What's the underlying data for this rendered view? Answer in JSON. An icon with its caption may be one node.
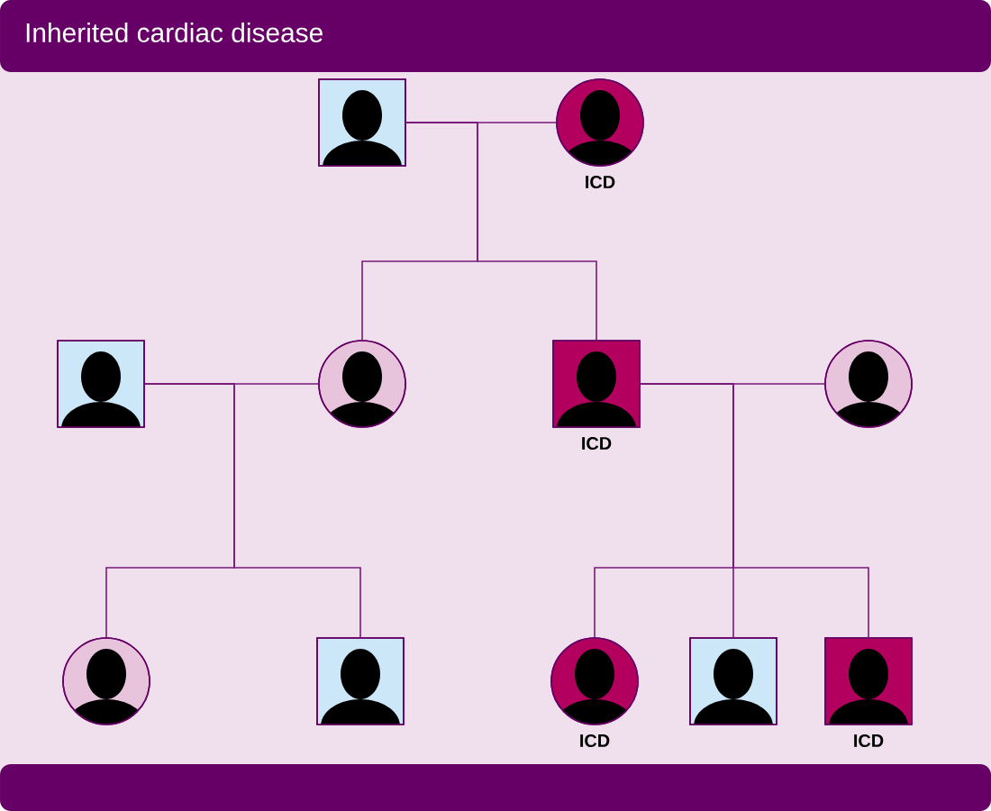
{
  "diagram": {
    "title": "Inherited cardiac disease",
    "nodes": [
      {
        "text": [],
        "shape": "box"
      },
      {
        "text": [],
        "shape": "circle",
        "beside": [
          "ICD"
        ]
      },
      {
        "text": [],
        "shape": "box"
      },
      {
        "text": [],
        "shape": "circle"
      },
      {
        "text": [],
        "shape": "box",
        "beside": [
          "ICD"
        ]
      },
      {
        "text": [],
        "shape": "circle"
      },
      {
        "text": [],
        "shape": "circle"
      },
      {
        "text": [],
        "shape": "box"
      },
      {
        "text": [],
        "shape": "circle",
        "beside": [
          "ICD"
        ]
      },
      {
        "text": [],
        "shape": "box"
      },
      {
        "text": [],
        "shape": "box",
        "beside": [
          "ICD"
        ]
      }
    ],
    "edges": [
      {
        "from": 0,
        "to": 1,
        "arrow": "none"
      },
      {
        "from": 0,
        "to": 3,
        "arrow": "none"
      },
      {
        "from": 0,
        "to": 4,
        "arrow": "none"
      },
      {
        "from": 2,
        "to": 3,
        "arrow": "none"
      },
      {
        "from": 4,
        "to": 5,
        "arrow": "none"
      },
      {
        "from": 2,
        "to": 6,
        "arrow": "none"
      },
      {
        "from": 2,
        "to": 7,
        "arrow": "none"
      },
      {
        "from": 4,
        "to": 8,
        "arrow": "none"
      },
      {
        "from": 4,
        "to": 9,
        "arrow": "none"
      },
      {
        "from": 4,
        "to": 10,
        "arrow": "none"
      }
    ]
  }
}
